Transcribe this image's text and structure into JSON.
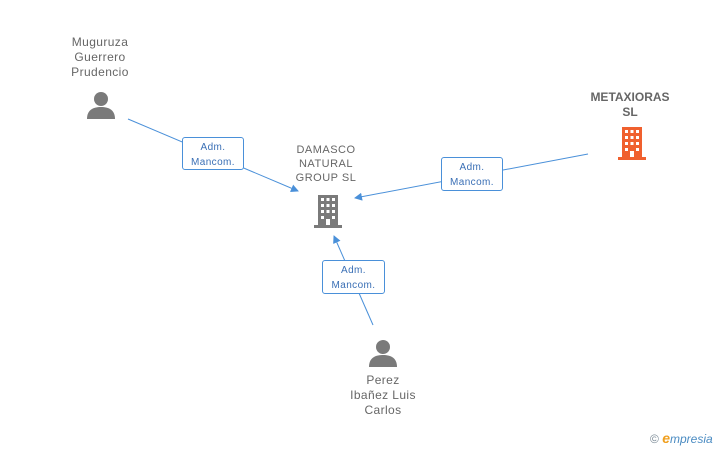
{
  "nodes": {
    "muguruza": {
      "name_lines": [
        "Muguruza",
        "Guerrero",
        "Prudencio"
      ],
      "icon": "person-icon"
    },
    "damasco": {
      "name_lines": [
        "DAMASCO",
        "NATURAL",
        "GROUP SL"
      ],
      "icon": "building-icon"
    },
    "metaxioras": {
      "name_lines": [
        "METAXIORAS",
        "SL"
      ],
      "icon": "building-icon"
    },
    "perez": {
      "name_lines": [
        "Perez",
        "Ibañez Luis",
        "Carlos"
      ],
      "icon": "person-icon"
    }
  },
  "edges": [
    {
      "from": "muguruza",
      "to": "damasco",
      "label_lines": [
        "Adm.",
        "Mancom."
      ]
    },
    {
      "from": "metaxioras",
      "to": "damasco",
      "label_lines": [
        "Adm.",
        "Mancom."
      ]
    },
    {
      "from": "perez",
      "to": "damasco",
      "label_lines": [
        "Adm.",
        "Mancom."
      ]
    }
  ],
  "footer": {
    "copyright_symbol": "©",
    "brand_first": "e",
    "brand_rest": "mpresia"
  },
  "colors": {
    "edge": "#4a90d9",
    "person_icon": "#7a7a7a",
    "company_icon": "#7a7a7a",
    "focus_icon": "#f0602e"
  }
}
